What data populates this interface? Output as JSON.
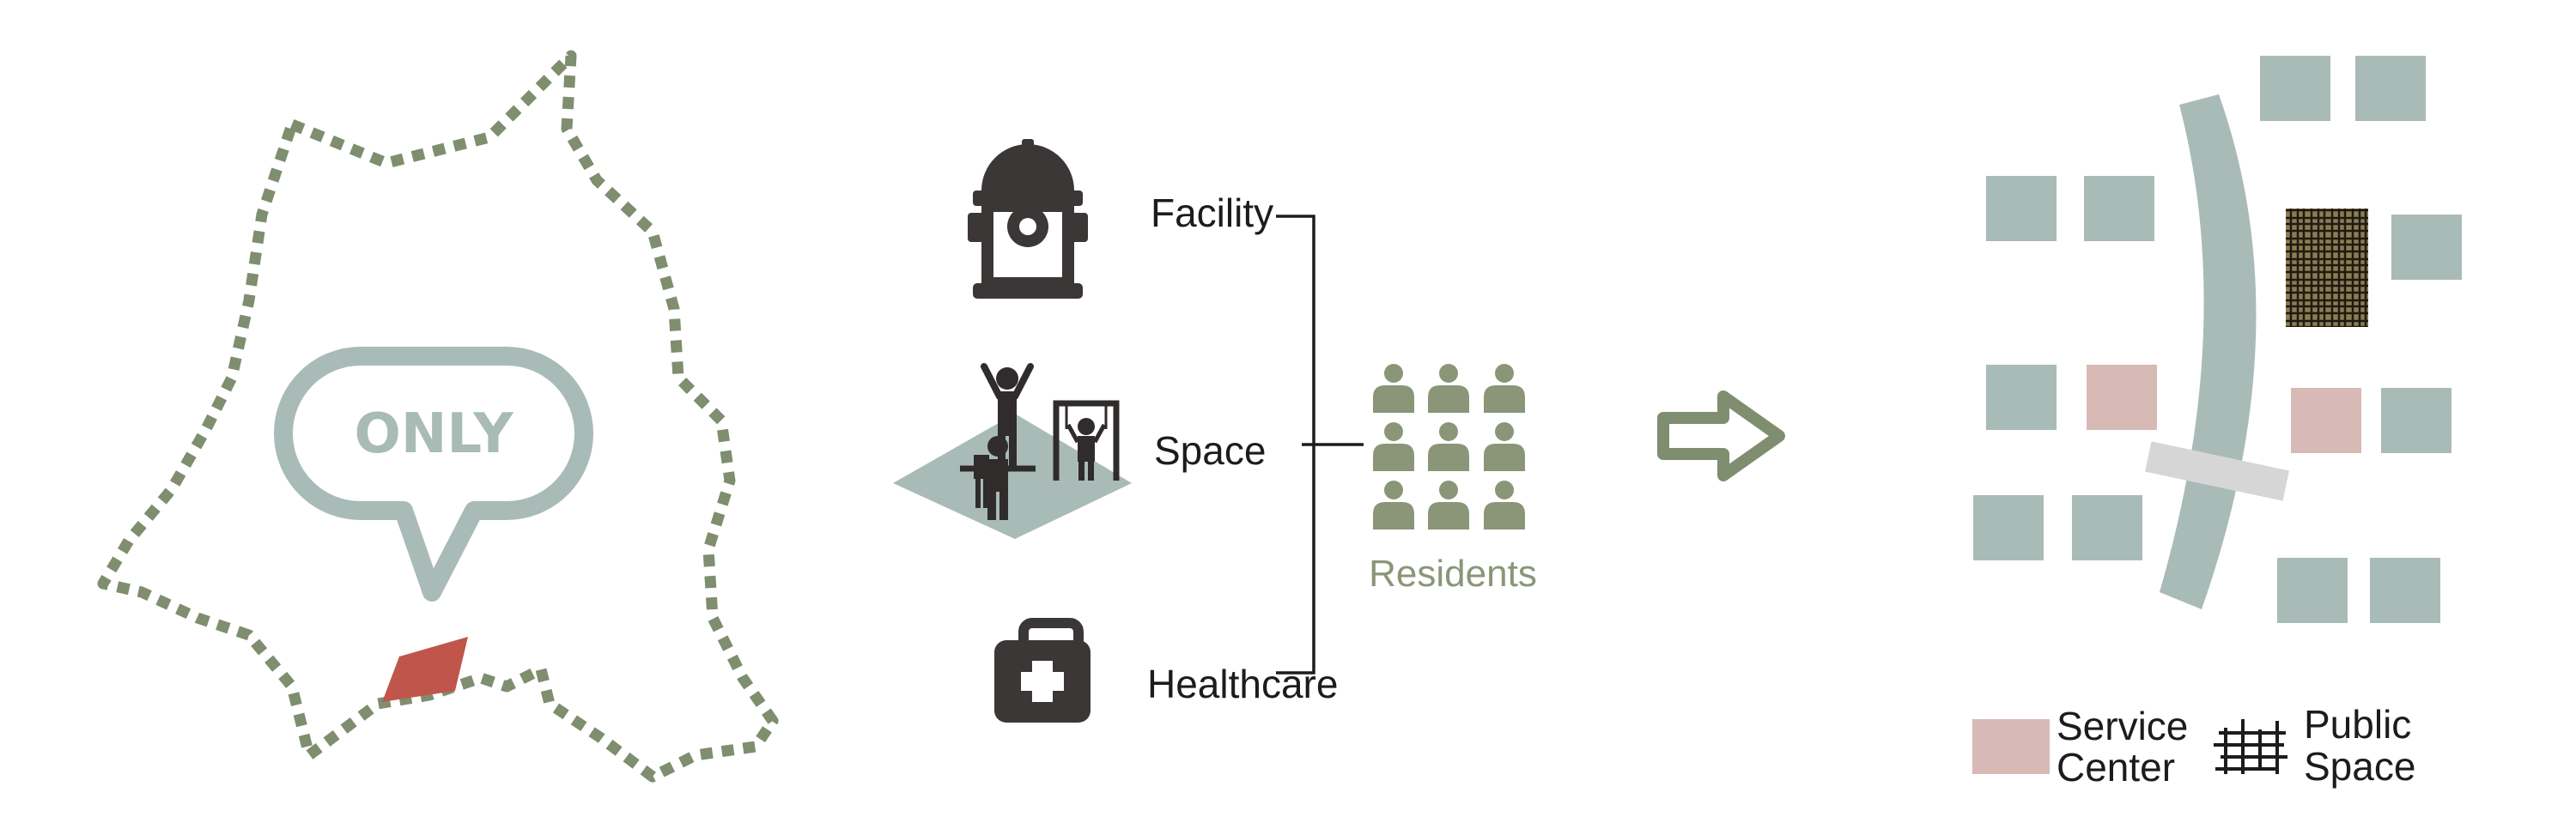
{
  "left_map": {
    "bubble_text": "ONLY"
  },
  "middle": {
    "labels": {
      "facility": "Facility",
      "space": "Space",
      "healthcare": "Healthcare"
    },
    "residents_label": "Residents",
    "icons": [
      "fire-hydrant-icon",
      "playground-icon",
      "medical-kit-icon",
      "resident-person-icon"
    ]
  },
  "right_plan": {
    "legend": {
      "service_center_line1": "Service",
      "service_center_line2": "Center",
      "public_space_line1": "Public",
      "public_space_line2": "Space"
    }
  },
  "colors": {
    "boundary_green": "#7e8e6e",
    "bubble_gray": "#a9bbb7",
    "site_red": "#c0564b",
    "building_gray": "#a9bbb7",
    "service_center_pink": "#d7b9b5",
    "public_space_olive": "#8a7d52",
    "icon_dark": "#3a3736",
    "resident_green": "#8a9677",
    "arrow_green": "#7e8e6e",
    "crossing_gray": "#d6d6d6"
  }
}
